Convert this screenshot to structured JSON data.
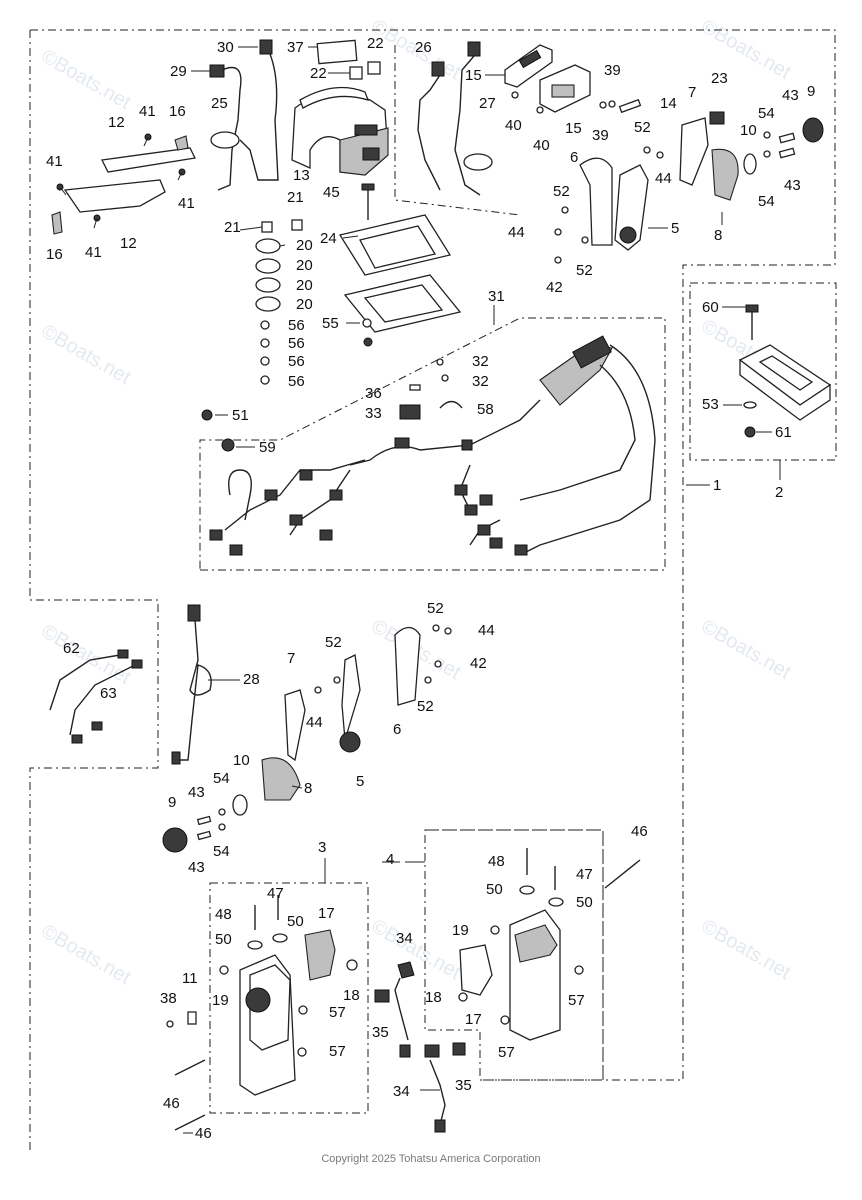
{
  "watermark_text": "©Boats.net",
  "copyright": "Copyright 2025 Tohatsu America Corporation",
  "callouts": {
    "c30": "30",
    "c37": "37",
    "c22a": "22",
    "c22b": "22",
    "c26": "26",
    "c15a": "15",
    "c39a": "39",
    "c7a": "7",
    "c23": "23",
    "c9a": "9",
    "c29": "29",
    "c25a": "25",
    "c27": "27",
    "c40a": "40",
    "c40b": "40",
    "c15b": "15",
    "c39b": "39",
    "c14": "14",
    "c12a": "12",
    "c41a": "41",
    "c16a": "16",
    "c52a": "52",
    "c10a": "10",
    "c54a": "54",
    "c43a": "43",
    "c41b": "41",
    "c41c": "41",
    "c13": "13",
    "c6a": "6",
    "c44a": "44",
    "c43b": "43",
    "c54b": "54",
    "c21a": "21",
    "c45": "45",
    "c52b": "52",
    "c16b": "16",
    "c41d": "41",
    "c12b": "12",
    "c21b": "21",
    "c20a": "20",
    "c44b": "44",
    "c5a": "5",
    "c8a": "8",
    "c24": "24",
    "c20b": "20",
    "c20c": "20",
    "c20d": "20",
    "c42a": "42",
    "c52c": "52",
    "c31": "31",
    "c60": "60",
    "c55": "55",
    "c56a": "56",
    "c56b": "56",
    "c56c": "56",
    "c56d": "56",
    "c32a": "32",
    "c32b": "32",
    "c36": "36",
    "c33": "33",
    "c58": "58",
    "c53": "53",
    "c51": "51",
    "c61": "61",
    "c59": "59",
    "c1": "1",
    "c2": "2",
    "c52d": "52",
    "c44c": "44",
    "c62": "62",
    "c52e": "52",
    "c42b": "42",
    "c7b": "7",
    "c28": "28",
    "c63": "63",
    "c44d": "44",
    "c52f": "52",
    "c6b": "6",
    "c10b": "10",
    "c54c": "54",
    "c5b": "5",
    "c8b": "8",
    "c9b": "9",
    "c43c": "43",
    "c54d": "54",
    "c43d": "43",
    "c3": "3",
    "c4": "4",
    "c46a": "46",
    "c48a": "48",
    "c47a": "47",
    "c50a": "50",
    "c50b": "50",
    "c47b": "47",
    "c48b": "48",
    "c17a": "17",
    "c50c": "50",
    "c50d": "50",
    "c34a": "34",
    "c19a": "19",
    "c11": "11",
    "c18a": "18",
    "c17b": "17",
    "c38": "38",
    "c19b": "19",
    "c57a": "57",
    "c18b": "18",
    "c57b": "57",
    "c35a": "35",
    "c57c": "57",
    "c57d": "57",
    "c46b": "46",
    "c34b": "34",
    "c35b": "35",
    "c46c": "46"
  }
}
